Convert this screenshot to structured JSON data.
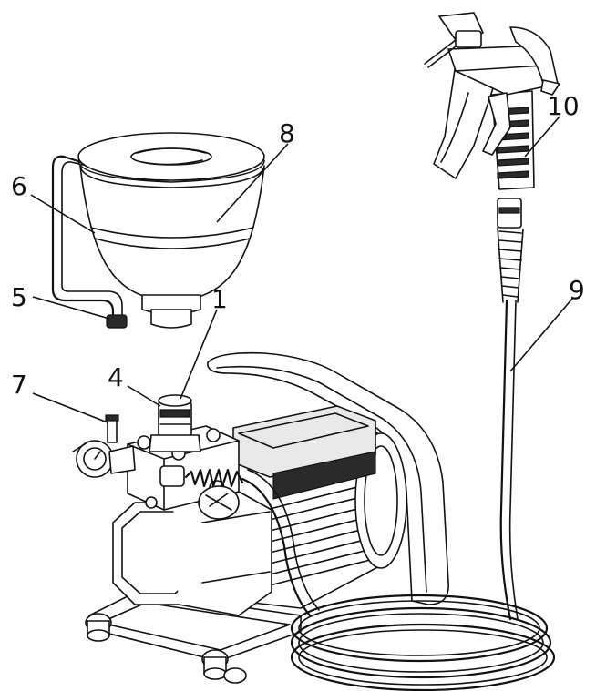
{
  "callouts": [
    {
      "id": "1",
      "text": "1"
    },
    {
      "id": "4",
      "text": "4"
    },
    {
      "id": "5",
      "text": "5"
    },
    {
      "id": "6",
      "text": "6"
    },
    {
      "id": "7",
      "text": "7"
    },
    {
      "id": "8",
      "text": "8"
    },
    {
      "id": "9",
      "text": "9"
    },
    {
      "id": "10",
      "text": "10"
    }
  ],
  "colors": {
    "line": "#111111",
    "background": "#ffffff"
  }
}
